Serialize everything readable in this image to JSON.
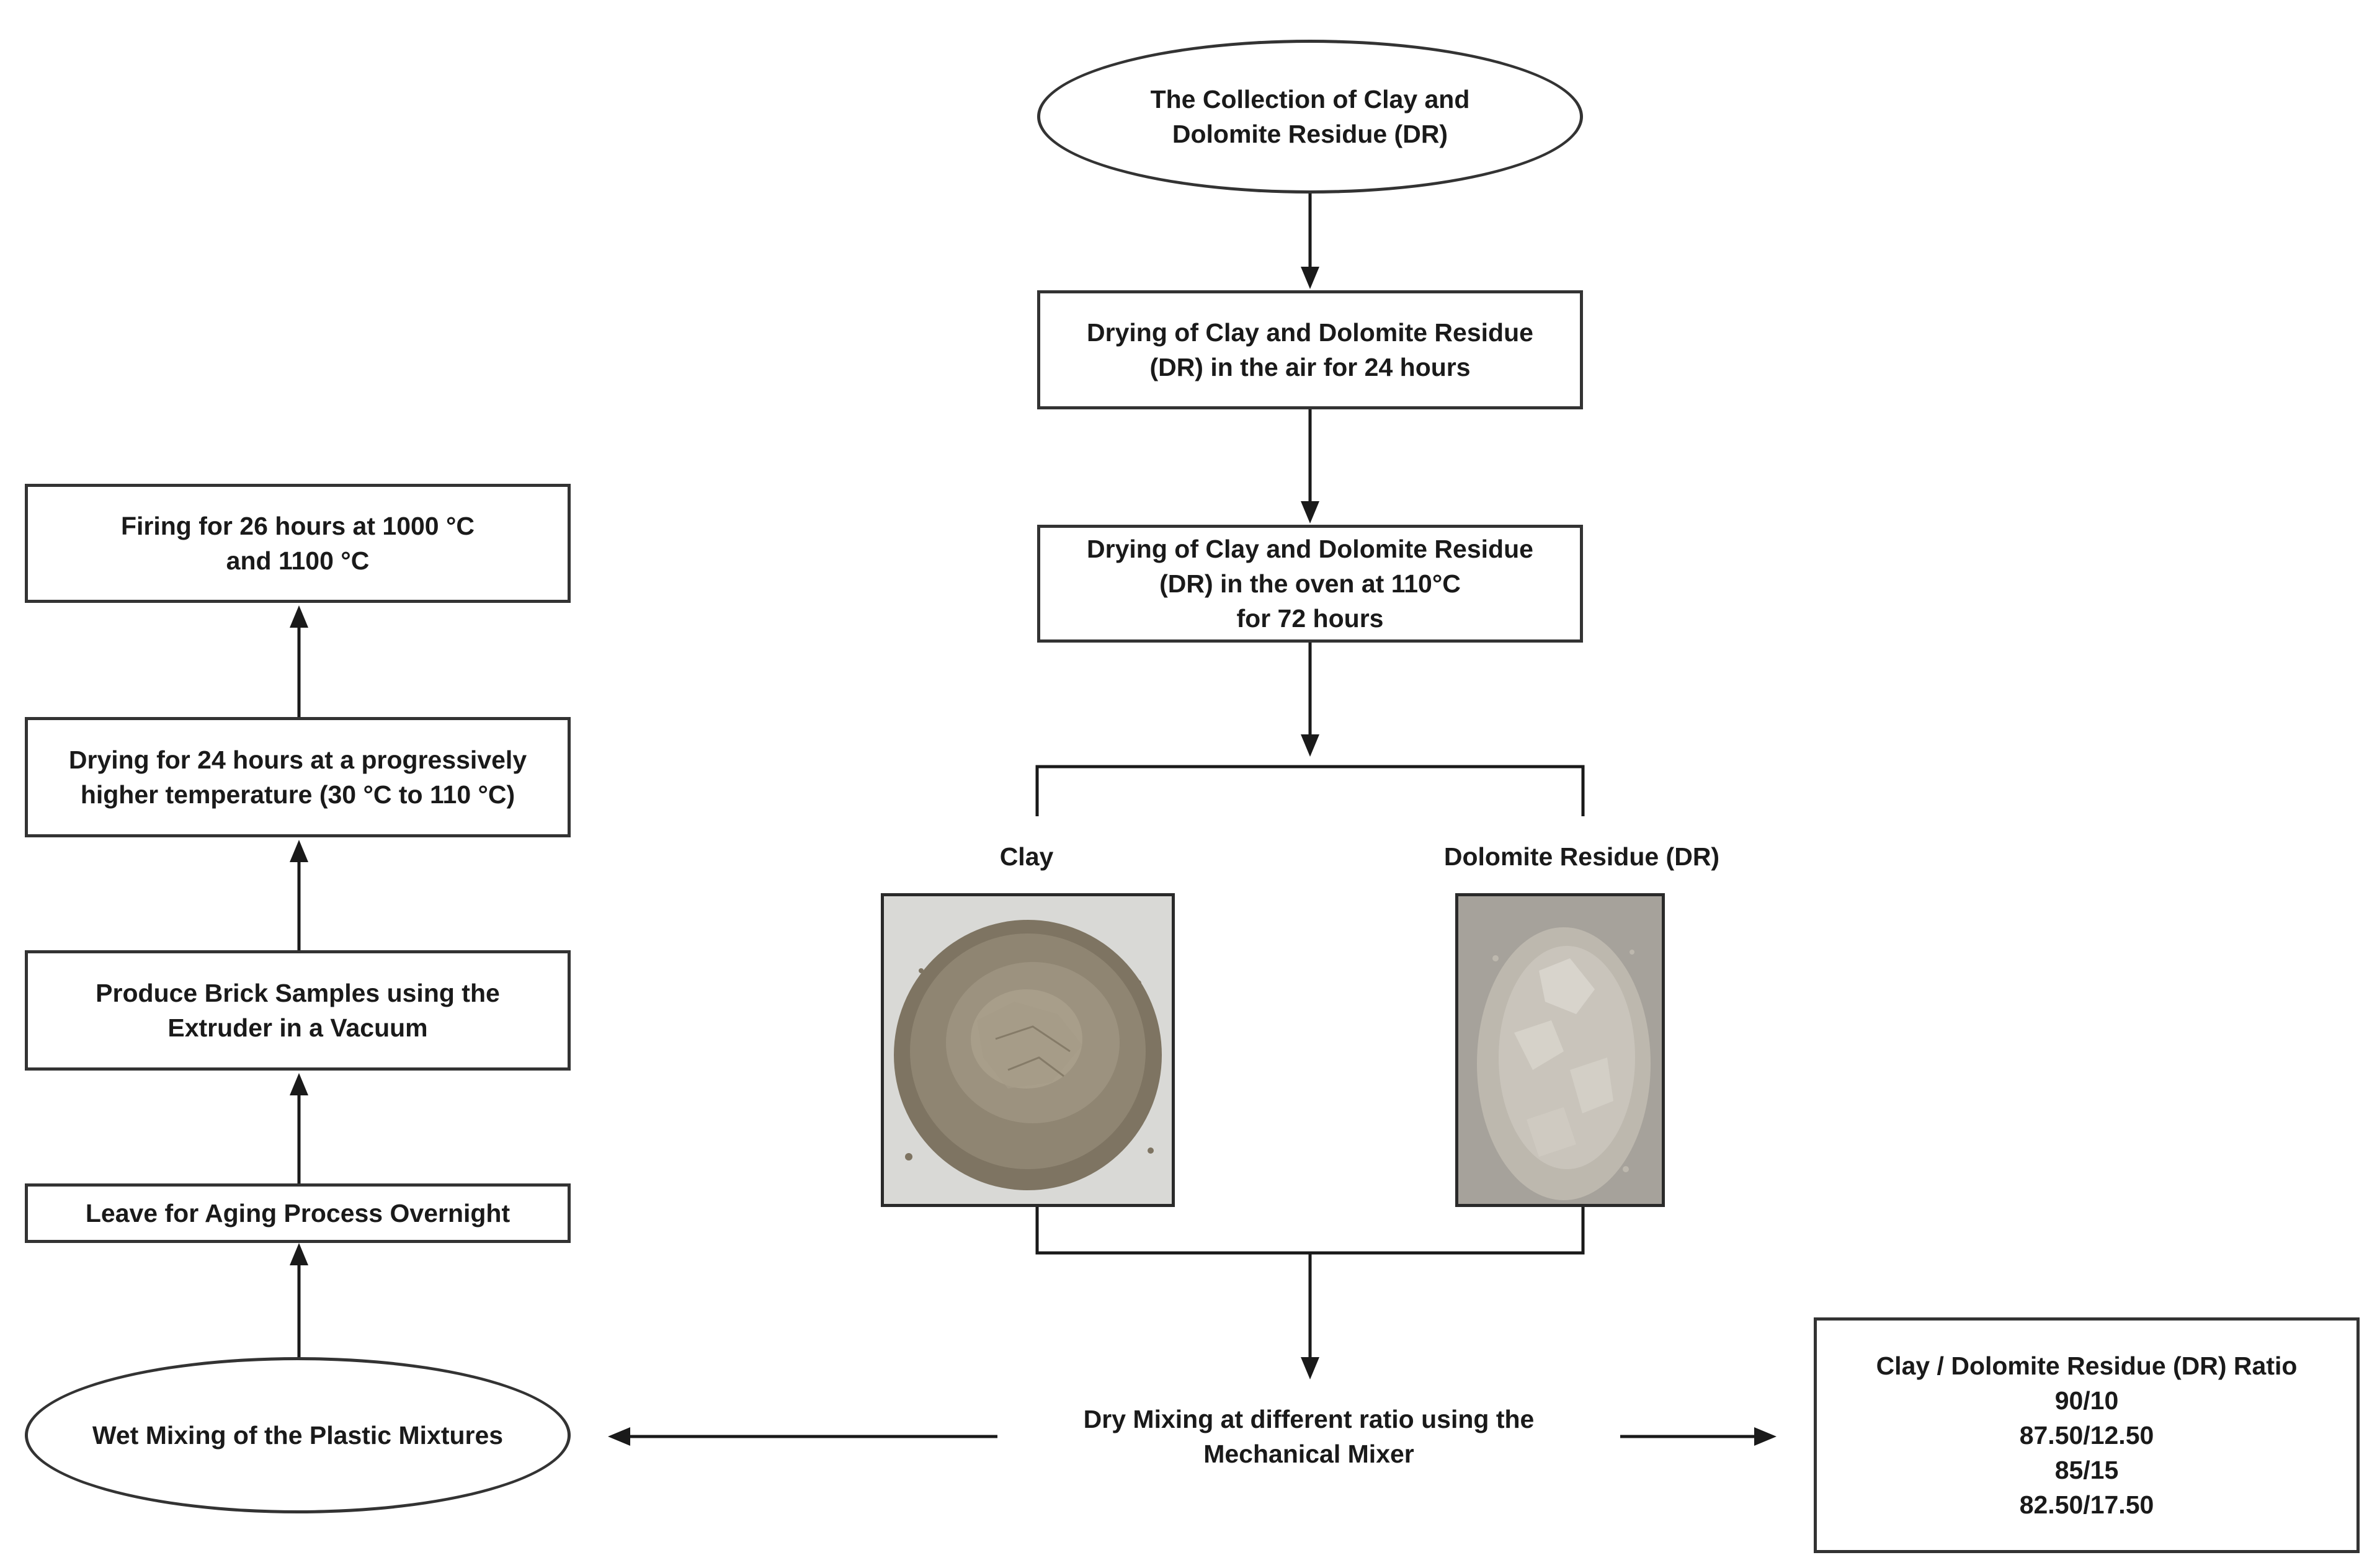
{
  "nodes": {
    "collection": "The Collection of Clay and\nDolomite Residue (DR)",
    "drying_air": "Drying of Clay and Dolomite Residue\n(DR) in the air for 24 hours",
    "drying_oven": "Drying of Clay and Dolomite Residue\n(DR) in the oven at 110°C\nfor 72 hours",
    "clay_label": "Clay",
    "dr_label": "Dolomite Residue (DR)",
    "dry_mixing": "Dry Mixing at different ratio using the\nMechanical Mixer",
    "wet_mixing": "Wet Mixing of the Plastic Mixtures",
    "aging": "Leave for Aging Process Overnight",
    "produce": "Produce Brick Samples using the\nExtruder in a Vacuum",
    "drying_24": "Drying for 24 hours at a progressively\nhigher temperature (30 °C to 110 °C)",
    "firing": "Firing for 26 hours at 1000 °C\nand 1100 °C"
  },
  "ratio_box": {
    "title": "Clay / Dolomite Residue (DR) Ratio",
    "ratios": [
      "90/10",
      "87.50/12.50",
      "85/15",
      "82.50/17.50"
    ]
  },
  "images": {
    "clay_photo": "clay-powder-photo",
    "dr_photo": "dolomite-residue-powder-photo"
  },
  "colors": {
    "stroke": "#1a1a1a",
    "clay_powder": "#8f8572",
    "dr_powder": "#c9c4bb",
    "photo_bg": "#8e8e8c"
  }
}
